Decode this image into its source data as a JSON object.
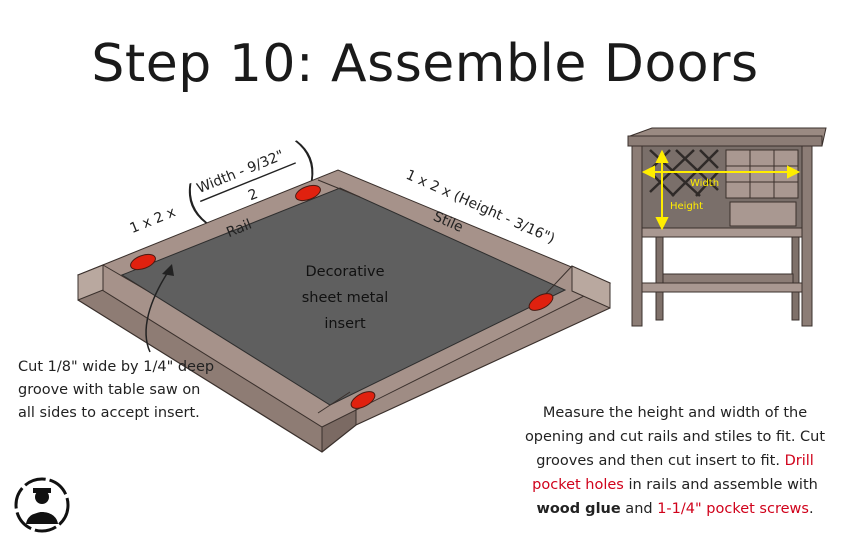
{
  "title": "Step 10: Assemble Doors",
  "rail_label": {
    "prefix": "1 x 2 x",
    "numerator": "Width - 9/32\"",
    "denominator": "2",
    "part": "Rail"
  },
  "stile_label": {
    "text": "1 x 2 x (Height - 3/16\")",
    "part": "Stile"
  },
  "insert_label": [
    "Decorative",
    "sheet metal",
    "insert"
  ],
  "groove_note": "Cut 1/8\" wide by 1/4\" deep groove with table saw on all sides to accept insert.",
  "cabinet_labels": {
    "width": "Width",
    "height": "Height"
  },
  "instructions": {
    "part1": "Measure the height and width of the opening and cut rails and stiles to fit. Cut grooves and then cut insert to fit. ",
    "highlight1": "Drill pocket holes",
    "part2": " in rails and assemble with ",
    "bold1": "wood glue",
    "part3": " and ",
    "highlight2": "1-1/4\" pocket screws",
    "part4": "."
  },
  "colors": {
    "wood": "#a6928a",
    "wood_dark": "#8a7870",
    "wood_edge": "#c2b2aa",
    "insert": "#5f5f5f",
    "pocket_hole": "#e0210f",
    "accent_yellow": "#ffee00",
    "highlight_red": "#d0021b"
  },
  "icons": [
    "logo-icon",
    "curved-arrow-icon",
    "pocket-hole-icon"
  ]
}
